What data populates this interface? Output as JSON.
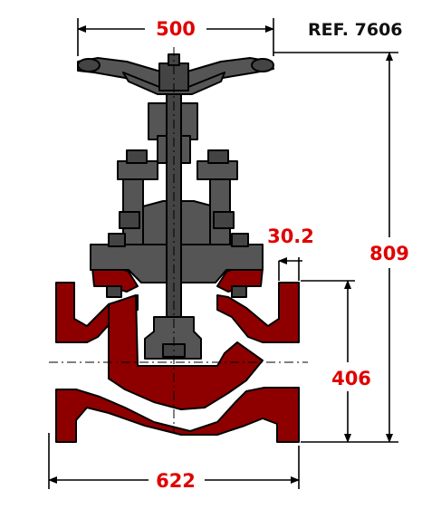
{
  "reference": "REF. 7606",
  "dimensions": {
    "handwheel_diameter": "500",
    "total_height": "809",
    "flange_thickness": "30.2",
    "center_height": "406",
    "face_to_face": "622"
  },
  "colors": {
    "dimension_text": "#e00000",
    "body": "#8e0000",
    "bonnet": "#555555"
  }
}
